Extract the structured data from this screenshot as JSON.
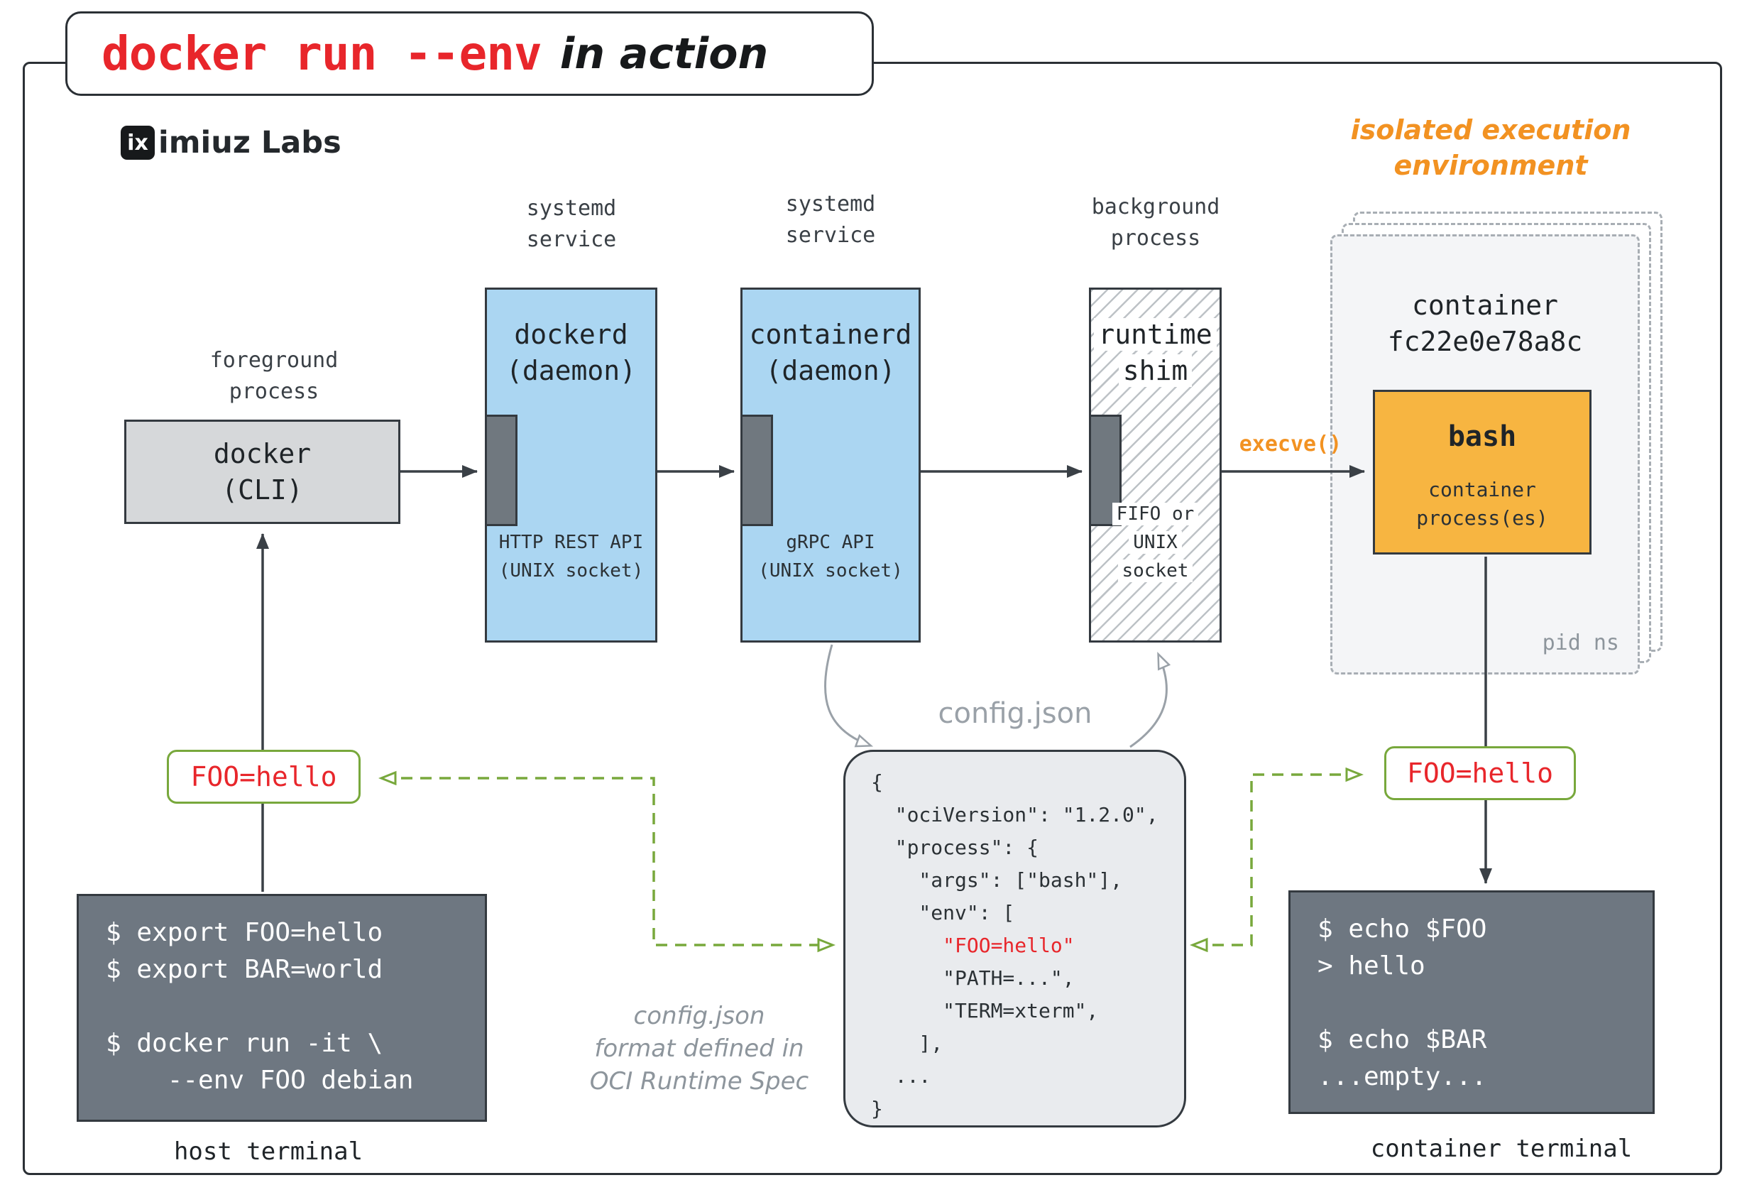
{
  "title": {
    "code": "docker run --env",
    "handwritten": "in action"
  },
  "logo": {
    "badge": "ix",
    "name": "imiuz Labs"
  },
  "notes": {
    "isolated_env": "isolated execution\nenvironment",
    "execve": "execve()",
    "config_label": "config.json",
    "config_note": "config.json\nformat defined in\nOCI Runtime Spec",
    "pid_ns": "pid ns"
  },
  "process_roles": {
    "docker": "foreground\nprocess",
    "dockerd": "systemd\nservice",
    "containerd": "systemd\nservice",
    "shim": "background\nprocess"
  },
  "nodes": {
    "docker": {
      "label": "docker\n(CLI)"
    },
    "dockerd": {
      "label": "dockerd\n(daemon)",
      "api": "HTTP REST API\n(UNIX socket)"
    },
    "containerd": {
      "label": "containerd\n(daemon)",
      "api": "gRPC API\n(UNIX socket)"
    },
    "shim": {
      "label": "runtime\nshim",
      "api": "FIFO or\nUNIX socket"
    },
    "container": {
      "label": "container\nfc22e0e78a8c",
      "bash": "bash",
      "bash_sub": "container\nprocess(es)"
    }
  },
  "env_badges": {
    "left": "FOO=hello",
    "right": "FOO=hello"
  },
  "config_json": {
    "before": [
      "{",
      "  \"ociVersion\": \"1.2.0\",",
      "  \"process\": {",
      "    \"args\": [\"bash\"],",
      "    \"env\": ["
    ],
    "highlight": "      \"FOO=hello\"",
    "after": [
      "      \"PATH=...\",",
      "      \"TERM=xterm\",",
      "    ],",
      "  ...",
      "}"
    ]
  },
  "terminals": {
    "host": {
      "lines": [
        "$ export FOO=hello",
        "$ export BAR=world",
        "",
        "$ docker run -it \\",
        "    --env FOO debian"
      ],
      "caption": "host terminal"
    },
    "container": {
      "lines": [
        "$ echo $FOO",
        "> hello",
        "",
        "$ echo $BAR",
        "...empty..."
      ],
      "caption": "container terminal"
    }
  },
  "colors": {
    "red": "#e8262b",
    "green": "#78a83c",
    "orange_accent": "#f29222",
    "blue_box": "#abd6f2",
    "orange_box": "#f7b541",
    "terminal_bg": "#6e7781"
  }
}
